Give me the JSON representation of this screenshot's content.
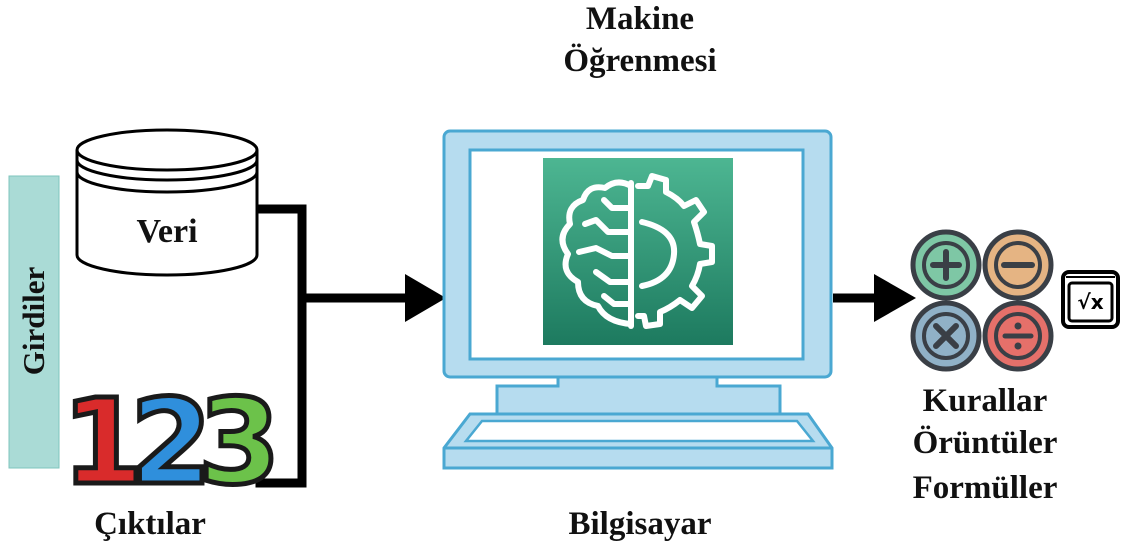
{
  "title": {
    "line1": "Makine",
    "line2": "Öğrenmesi"
  },
  "inputs": {
    "side_label": "Girdiler",
    "data_label": "Veri",
    "outputs_label": "Çıktılar",
    "numbers_text": "123"
  },
  "computer": {
    "label": "Bilgisayar",
    "screen_icon": "ai-brain-gear-icon"
  },
  "results": {
    "lines": [
      "Kurallar",
      "Örüntüler",
      "Formüller"
    ],
    "icons": [
      "plus-icon",
      "minus-icon",
      "multiply-icon",
      "divide-icon",
      "square-root-icon"
    ],
    "sqrt_symbol": "√x"
  },
  "colors": {
    "girdiler_bar": "#aadbd6",
    "monitor_fill": "#b6dcef",
    "monitor_stroke": "#4aa8d2",
    "ai_tile_top": "#4db692",
    "ai_tile_bottom": "#1d7a5f",
    "plus": "#7ec7a5",
    "minus": "#e5b483",
    "multiply": "#90b1c7",
    "divide": "#e5706a",
    "digit_1": "#d92b2b",
    "digit_2": "#2f8fdc",
    "digit_3": "#6cc24a"
  }
}
